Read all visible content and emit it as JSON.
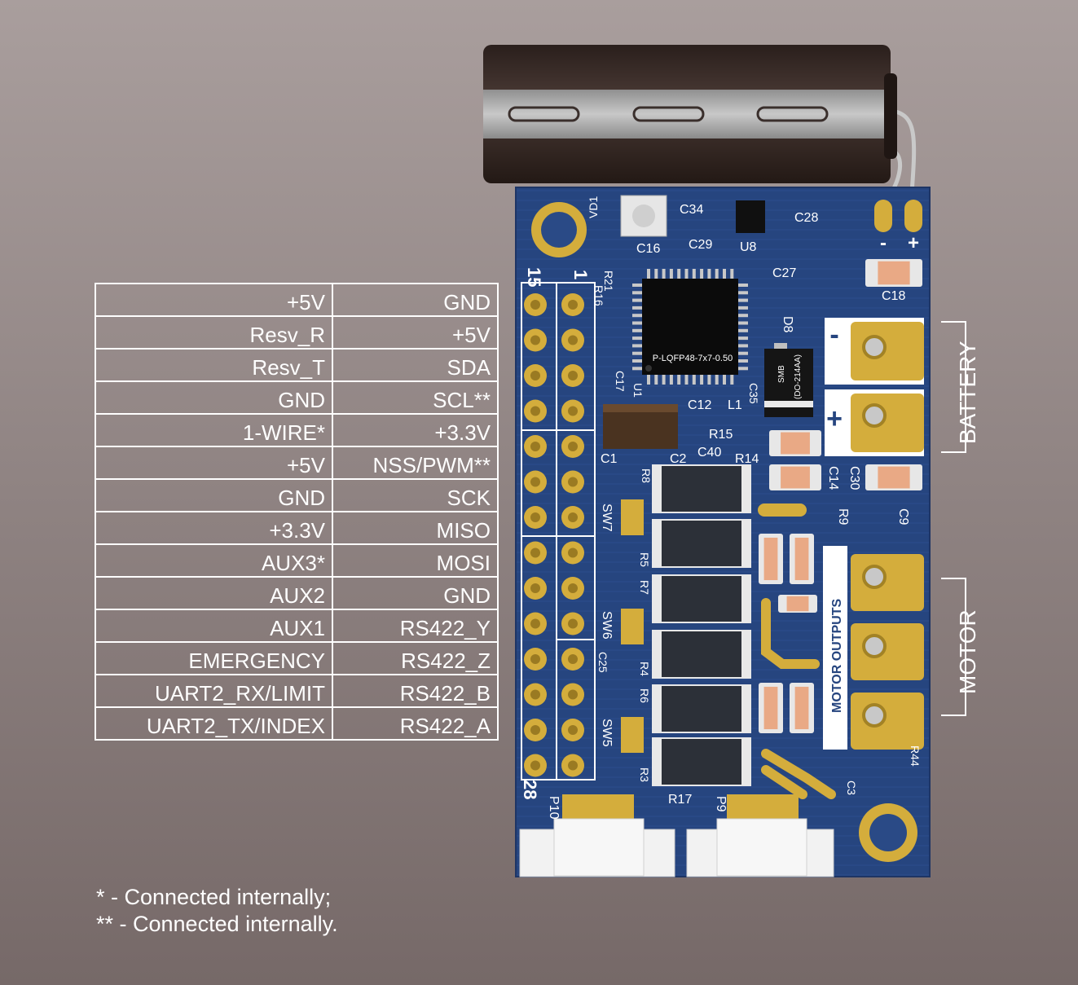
{
  "pinout": {
    "rows": [
      {
        "left": "+5V",
        "right": "GND"
      },
      {
        "left": "Resv_R",
        "right": "+5V"
      },
      {
        "left": "Resv_T",
        "right": "SDA"
      },
      {
        "left": "GND",
        "right": "SCL**"
      },
      {
        "left": "1-WIRE*",
        "right": "+3.3V"
      },
      {
        "left": "+5V",
        "right": "NSS/PWM**"
      },
      {
        "left": "GND",
        "right": "SCK"
      },
      {
        "left": "+3.3V",
        "right": "MISO"
      },
      {
        "left": "AUX3*",
        "right": "MOSI"
      },
      {
        "left": "AUX2",
        "right": "GND"
      },
      {
        "left": "AUX1",
        "right": "RS422_Y"
      },
      {
        "left": "EMERGENCY",
        "right": "RS422_Z"
      },
      {
        "left": "UART2_RX/LIMIT",
        "right": "RS422_B"
      },
      {
        "left": "UART2_TX/INDEX",
        "right": "RS422_A"
      }
    ]
  },
  "notes": {
    "line1": "* - Connected internally;",
    "line2": "** - Connected internally."
  },
  "board": {
    "header_pin_15": "15",
    "header_pin_1": "1",
    "header_pin_28": "28",
    "battery_label": "BATTERY",
    "motor_label": "MOTOR",
    "motor_outputs_label": "MOTOR OUTPUTS",
    "battery_minus": "-",
    "battery_plus": "+",
    "cap_minus": "-",
    "cap_plus": "+",
    "mcu_marking": "P-LQFP48-7x7-0.50",
    "diode_marking_1": "SMB",
    "diode_marking_2": "(DO-214AA)",
    "refdes": {
      "VD1": "VD1",
      "C34": "C34",
      "C28": "C28",
      "C16": "C16",
      "C29": "C29",
      "U8": "U8",
      "C27": "C27",
      "C18": "C18",
      "R21": "R21",
      "R16": "R16",
      "D8": "D8",
      "U1": "U1",
      "C17": "C17",
      "C35": "C35",
      "C12": "C12",
      "L1": "L1",
      "R15": "R15",
      "C40": "C40",
      "R14": "R14",
      "C1": "C1",
      "C2": "C2",
      "R8": "R8",
      "C14": "C14",
      "C30": "C30",
      "R9": "R9",
      "C9": "C9",
      "SW7": "SW7",
      "R5": "R5",
      "R7": "R7",
      "SW6": "SW6",
      "R4": "R4",
      "R6": "R6",
      "C25": "C25",
      "SW5": "SW5",
      "R3": "R3",
      "R44": "R44",
      "C3": "C3",
      "R17": "R17",
      "P10": "P10",
      "P9": "P9"
    }
  },
  "colors": {
    "pcb": "#26457f",
    "silkscreen": "#ffffff",
    "gold": "#d4ad3c",
    "capacitor_body": "#3b2d29"
  }
}
